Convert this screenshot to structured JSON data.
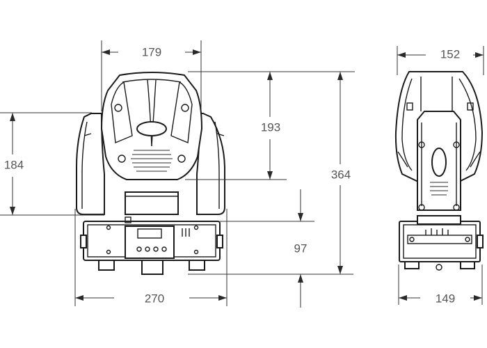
{
  "dimensions": {
    "head_width": "179",
    "head_height": "193",
    "arm_height": "184",
    "total_height": "364",
    "base_height": "97",
    "base_width": "270",
    "side_top_width": "152",
    "side_base_width": "149"
  }
}
